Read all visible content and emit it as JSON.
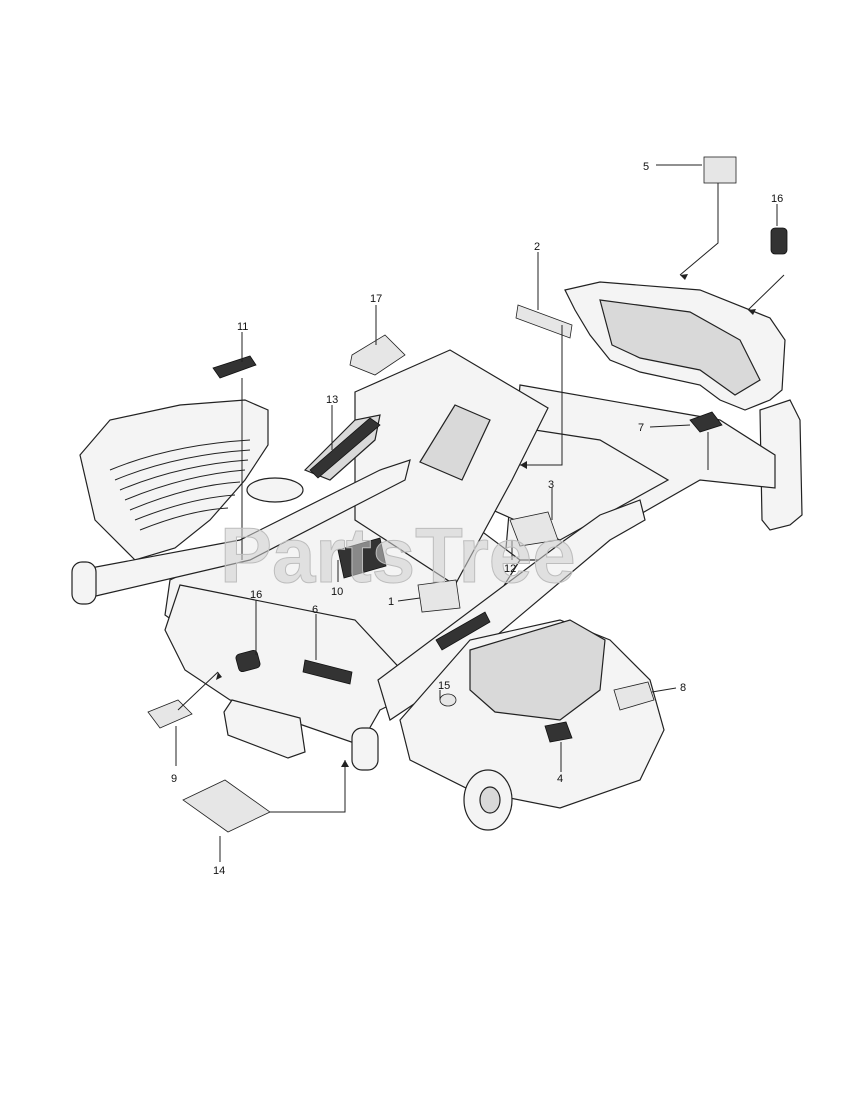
{
  "watermark": "PartsTree",
  "callouts": [
    {
      "id": "c1",
      "label": "1"
    },
    {
      "id": "c2",
      "label": "2"
    },
    {
      "id": "c3",
      "label": "3"
    },
    {
      "id": "c4",
      "label": "4"
    },
    {
      "id": "c5",
      "label": "5"
    },
    {
      "id": "c6",
      "label": "6"
    },
    {
      "id": "c7",
      "label": "7"
    },
    {
      "id": "c8",
      "label": "8"
    },
    {
      "id": "c9",
      "label": "9"
    },
    {
      "id": "c10",
      "label": "10"
    },
    {
      "id": "c11",
      "label": "11"
    },
    {
      "id": "c12",
      "label": "12"
    },
    {
      "id": "c13",
      "label": "13"
    },
    {
      "id": "c14",
      "label": "14"
    },
    {
      "id": "c15",
      "label": "15"
    },
    {
      "id": "c16a",
      "label": "16"
    },
    {
      "id": "c16b",
      "label": "16"
    },
    {
      "id": "c17",
      "label": "17"
    }
  ]
}
